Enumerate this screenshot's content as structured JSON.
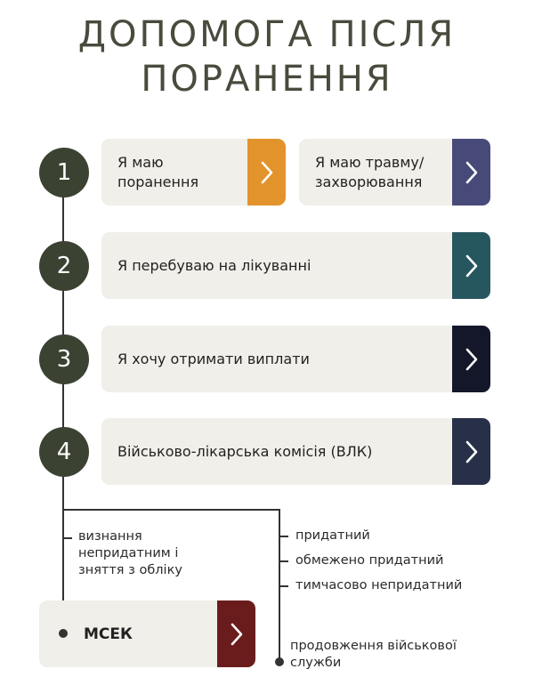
{
  "title": {
    "line1": "ДОПОМОГА ПІСЛЯ",
    "line2": "ПОРАНЕННЯ"
  },
  "steps": [
    {
      "number": "1"
    },
    {
      "number": "2"
    },
    {
      "number": "3"
    },
    {
      "number": "4"
    }
  ],
  "cards": {
    "injury": {
      "label": "Я маю поранення",
      "line1": "Я маю",
      "line2": "поранення",
      "color": "#e3932c"
    },
    "trauma": {
      "label": "Я маю травму/ захворювання",
      "line1": "Я маю травму/",
      "line2": "захворювання",
      "color": "#474a78"
    },
    "treatment": {
      "label": "Я перебуваю на лікуванні",
      "color": "#27575e"
    },
    "payments": {
      "label": "Я хочу отримати виплати",
      "color": "#14172a"
    },
    "vlk": {
      "label": "Військово-лікарська комісія (ВЛК)",
      "color": "#273048"
    },
    "msek": {
      "label": "МСЕК",
      "color": "#6a1c1c"
    }
  },
  "outcomes": {
    "unfit": {
      "line1": "визнання",
      "line2": "непридатним і",
      "line3": "зняття з обліку"
    },
    "fit": "придатний",
    "limited": "обмежено придатний",
    "temporary": "тимчасово непридатний",
    "extension": {
      "line1": "продовження військової",
      "line2": "служби"
    }
  },
  "icons": {
    "arrow": "chevron-right-icon"
  }
}
